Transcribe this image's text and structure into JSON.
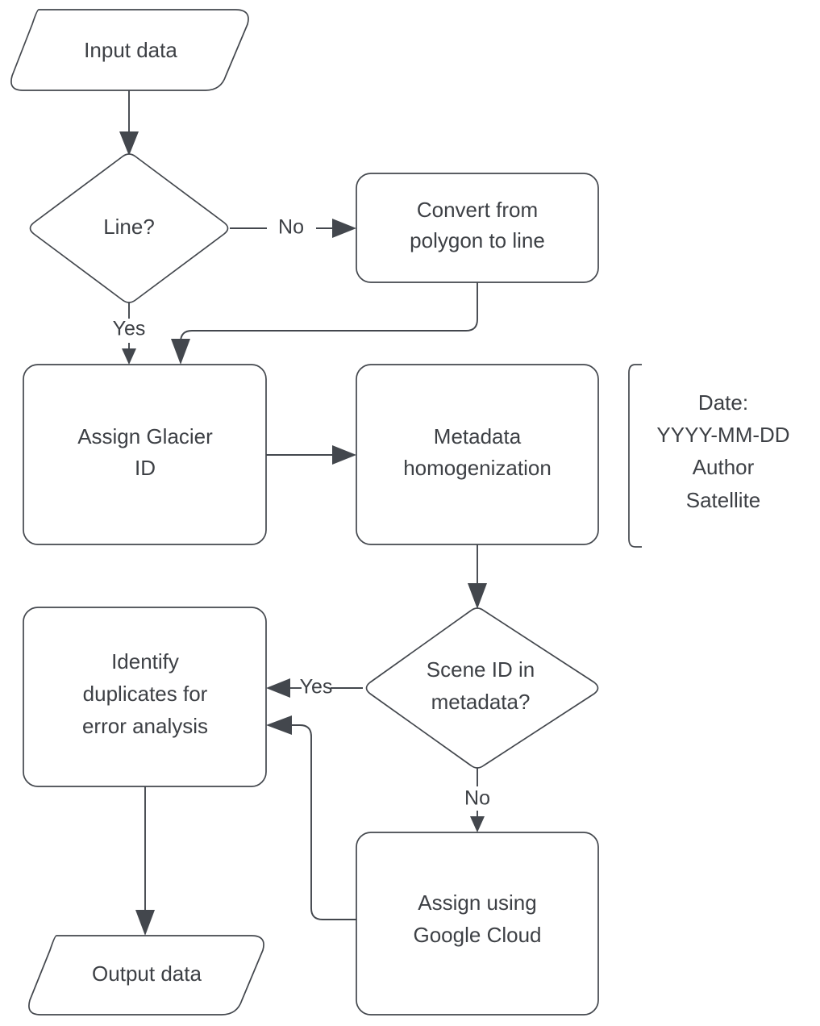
{
  "diagram": {
    "title": "Glacier data processing flowchart",
    "colors": {
      "stroke": "#43474d",
      "text": "#3d4045",
      "fill": "#ffffff",
      "background": "#ffffff"
    },
    "nodes": {
      "input_data": {
        "label": "Input data",
        "shape": "parallelogram"
      },
      "line_decision": {
        "label": "Line?",
        "shape": "diamond"
      },
      "convert": {
        "line1": "Convert from",
        "line2": "polygon to line",
        "shape": "process"
      },
      "assign_glacier_id": {
        "line1": "Assign Glacier",
        "line2": "ID",
        "shape": "process"
      },
      "metadata_homogenization": {
        "line1": "Metadata",
        "line2": "homogenization",
        "shape": "process"
      },
      "identify_duplicates": {
        "line1": "Identify",
        "line2": "duplicates for",
        "line3": "error analysis",
        "shape": "process"
      },
      "scene_id_decision": {
        "line1": "Scene ID in",
        "line2": "metadata?",
        "shape": "diamond"
      },
      "assign_google_cloud": {
        "line1": "Assign using",
        "line2": "Google Cloud",
        "shape": "process"
      },
      "output_data": {
        "label": "Output data",
        "shape": "parallelogram"
      }
    },
    "edge_labels": {
      "line_no": "No",
      "line_yes": "Yes",
      "scene_yes": "Yes",
      "scene_no": "No"
    },
    "annotation": {
      "line1": "Date:",
      "line2": "YYYY-MM-DD",
      "line3": "Author",
      "line4": "Satellite"
    }
  }
}
